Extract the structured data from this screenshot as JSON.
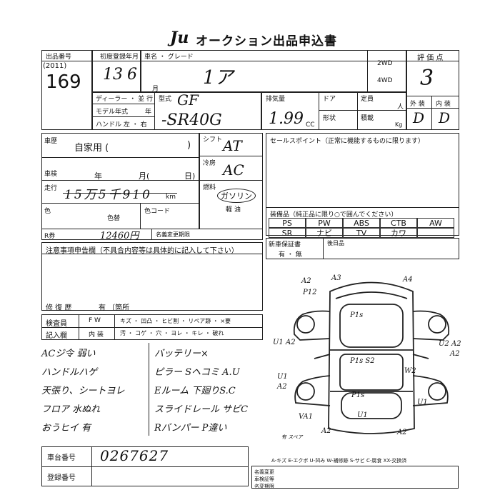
{
  "header": {
    "logo": "Ju",
    "title": "オークション出品申込書"
  },
  "top": {
    "lot_label": "出品番号",
    "lot_year": "(2011)",
    "lot_number": "169",
    "reg_label": "初度登録年月",
    "reg_year": "13",
    "reg_month": "6",
    "reg_month_unit": "月",
    "car_label": "車名 ・ グレード",
    "car_name": "1ア",
    "drive_2wd": "2WD",
    "drive_4wd": "4WD",
    "dealer_label": "ディーラー ・ 並 行",
    "model_year_label": "モデル年式",
    "model_year_unit": "年",
    "handle_label": "ハンドル 左 ・ 右",
    "type_label": "型式",
    "type_value": "GF",
    "type_value2": "-SR40G",
    "displacement_label": "排気量",
    "displacement_value": "1.99",
    "cc": "CC",
    "door_label": "ドア",
    "shape_label": "形状",
    "capacity_label": "定員",
    "capacity_unit": "人",
    "load_label": "積載",
    "kg": "Kg",
    "rating_label": "評 価 点",
    "rating_value": "3",
    "exterior_label": "外 装",
    "interior_label": "内 装",
    "exterior_value": "D",
    "interior_value": "D"
  },
  "history": {
    "label": "車歴",
    "value": "自家用 (",
    "close": ")",
    "inspection_label": "車検",
    "inspection_year": "年",
    "inspection_month": "月(",
    "inspection_day": "日)",
    "mileage_label": "走行",
    "mileage_value": "15万5千910",
    "km": "km",
    "color_label": "色",
    "color_change_label": "色替",
    "color_code_label": "色コード",
    "recycle_label": "R券",
    "recycle_value": "12460円",
    "recycle_note": "名義変更期限"
  },
  "specs": {
    "shift_label": "シフト",
    "shift_value": "AT",
    "ac_label": "冷房",
    "ac_value": "AC",
    "fuel_label": "燃料",
    "fuel_value": "ガソリン",
    "fuel_diesel": "軽 油"
  },
  "selling": {
    "label": "セールスポイント（正常に機能するものに限ります）"
  },
  "equipment": {
    "label": "装備品（純正品に限り○で囲んでください）",
    "items": [
      "PS",
      "PW",
      "ABS",
      "CTB",
      "AW",
      "SR",
      "ナビ",
      "TV",
      "カワ",
      ""
    ]
  },
  "notes": {
    "label": "注意事項申告欄（不具合内容等は具体的に記入して下さい）",
    "repair_label": "修 復 歴",
    "repair_value": "有 〔箇所"
  },
  "warranty": {
    "label": "新車保証書",
    "value": "有 ・ 無",
    "label2": "後日品"
  },
  "inspector": {
    "label": "検査員",
    "label2": "記入欄",
    "fw": "F W",
    "interior": "内 装",
    "codes1": "キズ ・ 凹凸 ・ ヒビ割 ・ リペア跡 ・ ×要",
    "codes2": "汚 ・ コゲ ・ 穴 ・ ヨレ ・ キレ ・ 破れ"
  },
  "handwritten_notes": {
    "left": [
      "ACジ令 弱い",
      "ハンドルハゲ",
      "天張り、シートヨレ",
      "フロア 水ぬれ",
      "おうヒイ 有"
    ],
    "right": [
      "バッテリー×",
      "ピラー Sヘコミ A.U",
      "Eルーム 下廻りS.C",
      "スライドレール サビC",
      "Rバンパー P違い"
    ]
  },
  "diagram": {
    "marks": [
      "A2",
      "A3",
      "A4",
      "P12",
      "P1s",
      "P1s S2",
      "W2",
      "U1 A2",
      "U2 A2",
      "U1",
      "A2",
      "U1",
      "A2",
      "P1s",
      "U1",
      "A2",
      "A2",
      "VA1",
      "有 スペア"
    ]
  },
  "footer": {
    "chassis_label": "車台番号",
    "chassis_value": "0267627",
    "reg_no_label": "登録番号",
    "legend": "A-キズ  E-エクボ  U-凹み  W-補修跡  S-サビ  C-腐食  XX-交換済",
    "legend2_a": "名義変更",
    "legend2_b": "車検証等",
    "legend2_c": "名変期限"
  }
}
